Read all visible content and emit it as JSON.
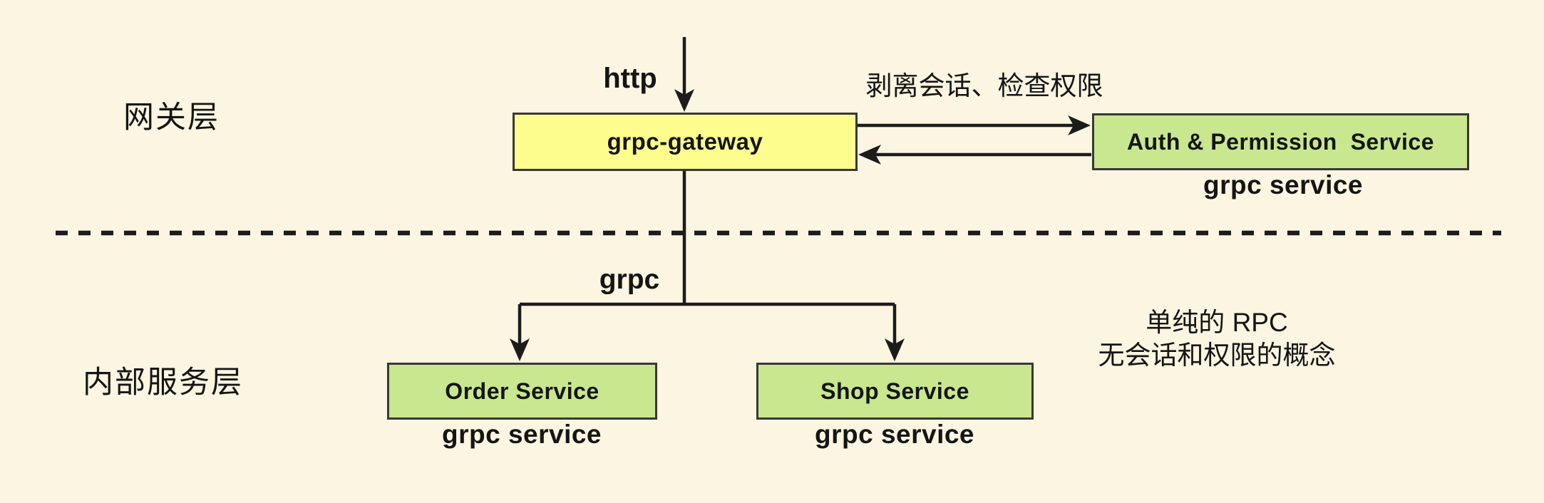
{
  "canvas": {
    "background": "#FCF5E1",
    "line_color": "#1c1c1c"
  },
  "layer_labels": {
    "gateway_layer": "网关层",
    "internal_layer": "内部服务层"
  },
  "nodes": {
    "gateway": {
      "label": "grpc-gateway",
      "fill": "#FDFD8E",
      "border": "#383838"
    },
    "auth": {
      "label": "Auth & Permission  Service",
      "caption": "grpc service",
      "fill": "#C9E78F",
      "border": "#444444"
    },
    "order": {
      "label": "Order Service",
      "caption": "grpc service",
      "fill": "#C9E78F",
      "border": "#444444"
    },
    "shop": {
      "label": "Shop Service",
      "caption": "grpc service",
      "fill": "#C9E78F",
      "border": "#444444"
    }
  },
  "edge_labels": {
    "http": "http",
    "grpc": "grpc"
  },
  "annotations": {
    "auth_note": "剥离会话、检查权限",
    "rpc_note_line1": "单纯的 RPC",
    "rpc_note_line2": "无会话和权限的概念"
  }
}
